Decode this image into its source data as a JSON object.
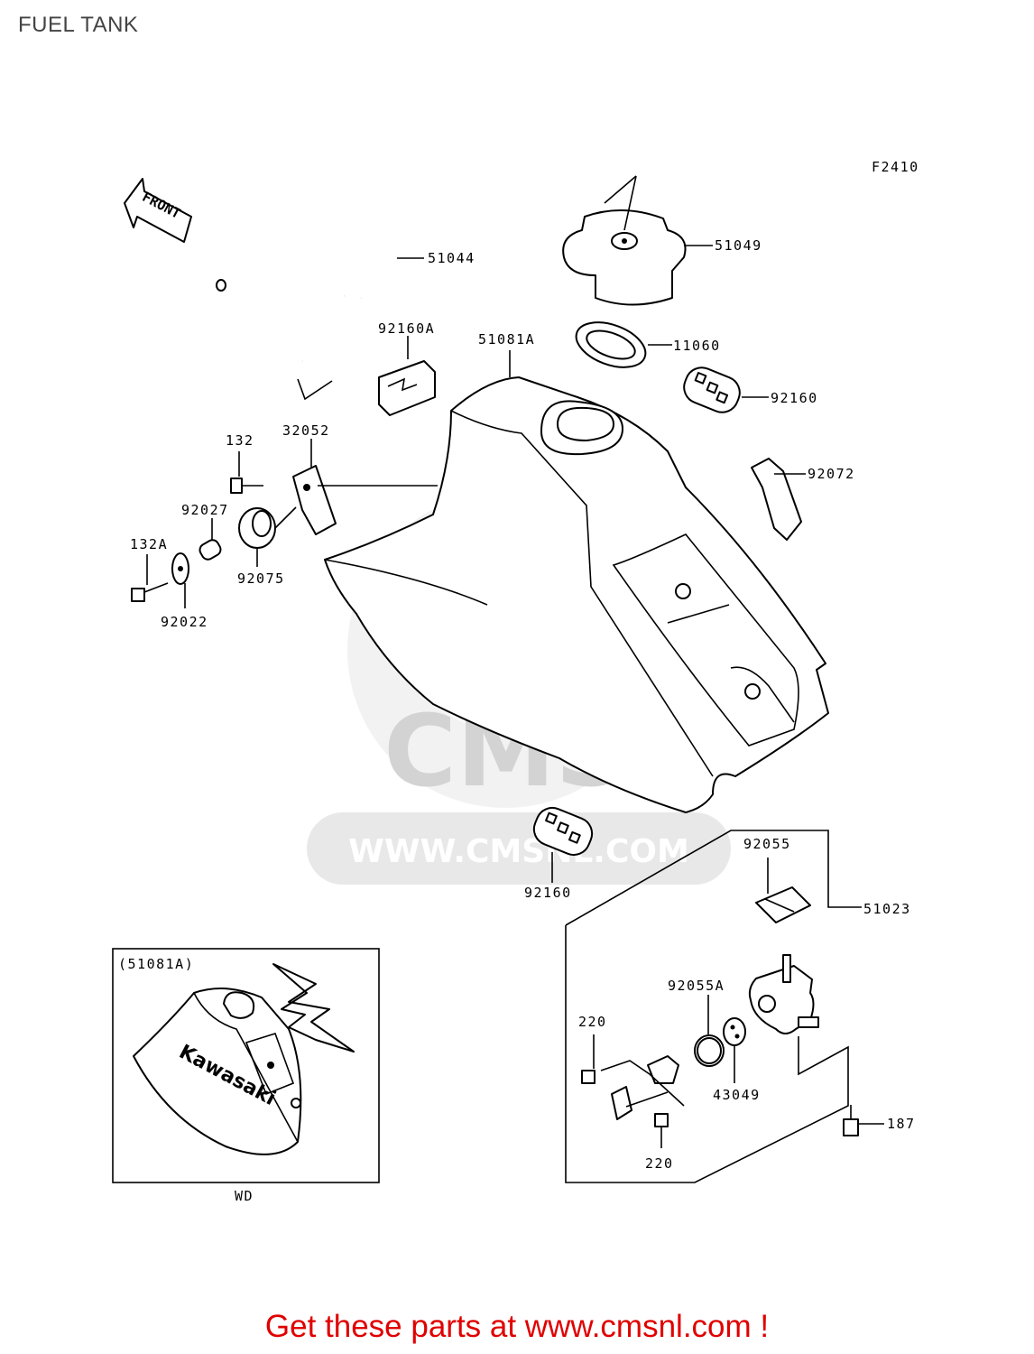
{
  "title": "FUEL TANK",
  "figure_code": "F2410",
  "front_label": "FRONT",
  "labels": {
    "p51044": "51044",
    "p51049": "51049",
    "p92160a": "92160A",
    "p51081a": "51081A",
    "p11060": "11060",
    "p92160_top": "92160",
    "p132": "132",
    "p32052": "32052",
    "p92072": "92072",
    "p92027": "92027",
    "p132a": "132A",
    "p92075": "92075",
    "p92022": "92022",
    "p92160_bottom": "92160",
    "p92055": "92055",
    "p51023": "51023",
    "p92055a": "92055A",
    "p220_top": "220",
    "p43049": "43049",
    "p187": "187",
    "p220_bottom": "220"
  },
  "inset": {
    "label": "(51081A)",
    "caption": "WD",
    "tank_text": "Kawasaki"
  },
  "watermark": {
    "brand": "CMS",
    "url": "WWW.CMSNL.COM"
  },
  "footer": "Get these parts at www.cmsnl.com !",
  "colors": {
    "footer": "#e00000",
    "title": "#444444",
    "watermark": "#d9d9d9"
  }
}
